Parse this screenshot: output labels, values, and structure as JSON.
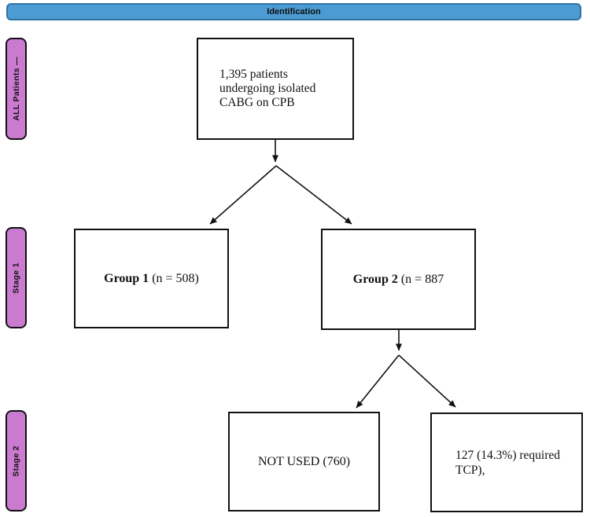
{
  "colors": {
    "banner_fill": "#4C9BD2",
    "banner_border": "#2E72A4",
    "stage_fill": "#CA7BD0",
    "outline": "#111111"
  },
  "banner": {
    "label": "Identification"
  },
  "side_labels": {
    "all_patients": "ALL Patients —",
    "stage1": "Stage 1",
    "stage2": "Stage 2"
  },
  "nodes": {
    "root": {
      "lines": [
        "1,395 patients",
        "undergoing isolated",
        "CABG on CPB"
      ]
    },
    "group1": {
      "bold": "Group 1",
      "rest": " (n = 508)"
    },
    "group2": {
      "bold": "Group 2",
      "rest": " (n = 887"
    },
    "not_used": {
      "text": "NOT USED (760)"
    },
    "tcp": {
      "lines": [
        "127 (14.3%) required",
        "TCP),"
      ]
    }
  }
}
